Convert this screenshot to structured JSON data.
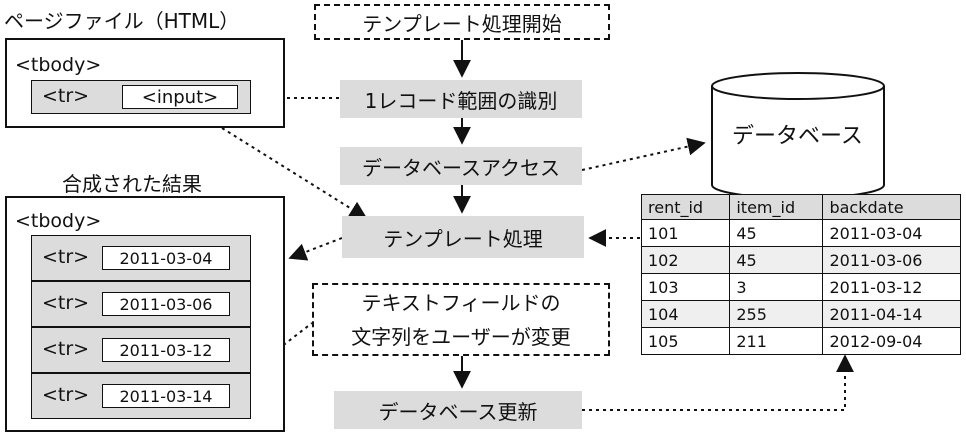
{
  "page_file": {
    "title": "ページファイル（HTML）",
    "tbody": "<tbody>",
    "tr": "<tr>",
    "input": "<input>"
  },
  "result": {
    "title": "合成された結果",
    "tbody": "<tbody>",
    "rows": [
      {
        "tr": "<tr>",
        "value": "2011-03-04"
      },
      {
        "tr": "<tr>",
        "value": "2011-03-06"
      },
      {
        "tr": "<tr>",
        "value": "2011-03-12"
      },
      {
        "tr": "<tr>",
        "value": "2011-03-14"
      }
    ]
  },
  "steps": {
    "start": "テンプレート処理開始",
    "identify": "1レコード範囲の識別",
    "access": "データベースアクセス",
    "process": "テンプレート処理",
    "user_change_line1": "テキストフィールドの",
    "user_change_line2": "文字列をユーザーが変更",
    "update": "データベース更新"
  },
  "database": {
    "label": "データベース"
  },
  "table": {
    "headers": [
      "rent_id",
      "item_id",
      "backdate"
    ],
    "rows": [
      [
        "101",
        "45",
        "2011-03-04"
      ],
      [
        "102",
        "45",
        "2011-03-06"
      ],
      [
        "103",
        "3",
        "2011-03-12"
      ],
      [
        "104",
        "255",
        "2011-04-14"
      ],
      [
        "105",
        "211",
        "2012-09-04"
      ]
    ]
  }
}
